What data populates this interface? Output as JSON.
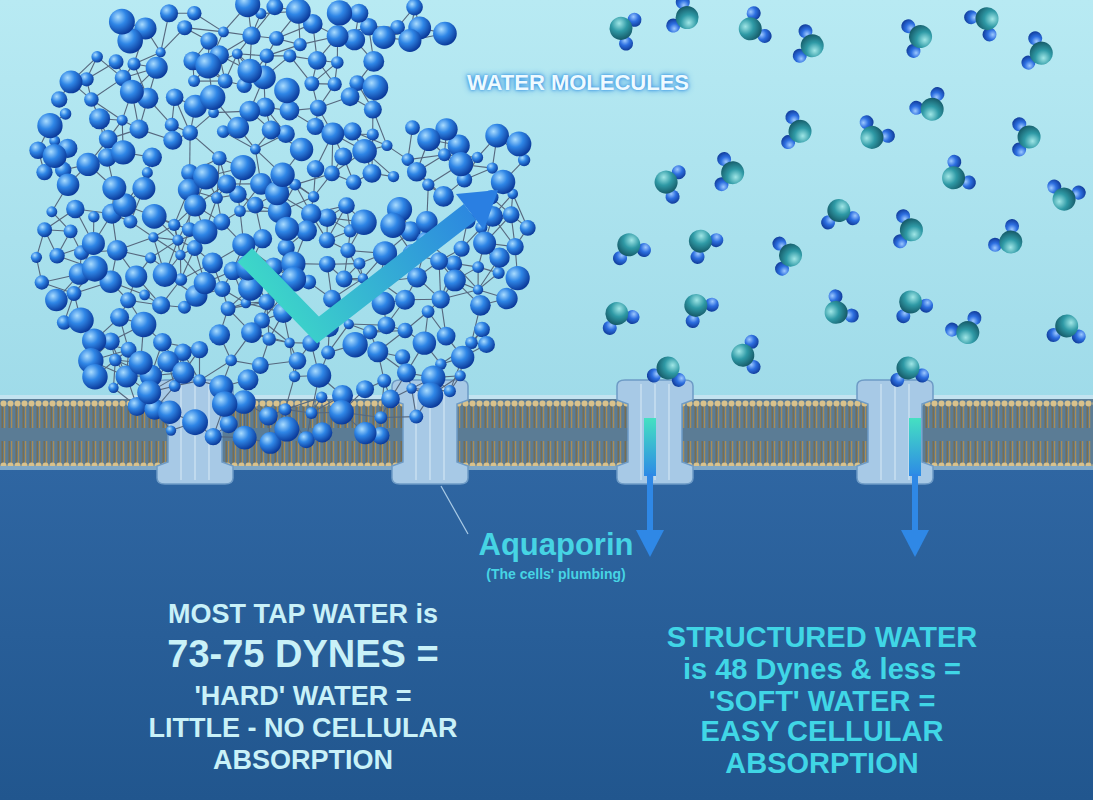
{
  "diagram": {
    "labels": [
      "WATER MOLECULES",
      "Aquaporin",
      "(The cells' plumbing)",
      "MOST TAP WATER is",
      "73-75 DYNES =",
      "'HARD' WATER =",
      "LITTLE - NO CELLULAR ABSORPTION",
      "STRUCTURED WATER is 48 Dynes & less =",
      "'SOFT' WATER =",
      "EASY CELLULAR ABSORPTION"
    ]
  }
}
